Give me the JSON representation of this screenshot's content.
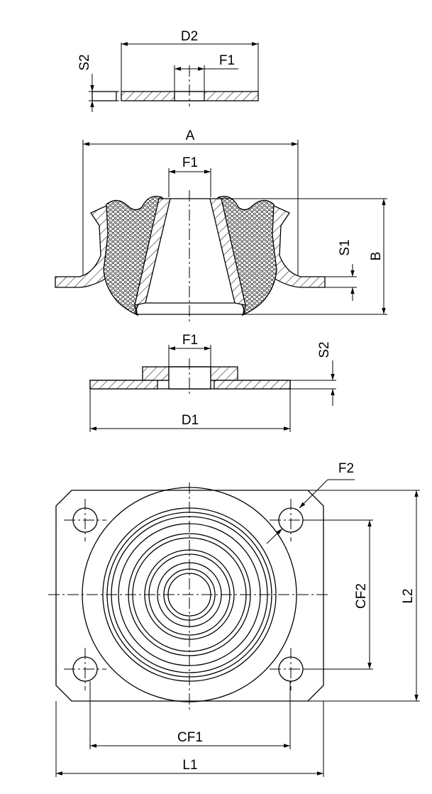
{
  "labels": {
    "d2": "D2",
    "f1_top": "F1",
    "s2_top": "S2",
    "a": "A",
    "f1_mid": "F1",
    "s1": "S1",
    "b": "B",
    "f1_low": "F1",
    "s2_low": "S2",
    "d1": "D1",
    "f2": "F2",
    "cf2": "CF2",
    "l2": "L2",
    "cf1": "CF1",
    "l1": "L1"
  }
}
